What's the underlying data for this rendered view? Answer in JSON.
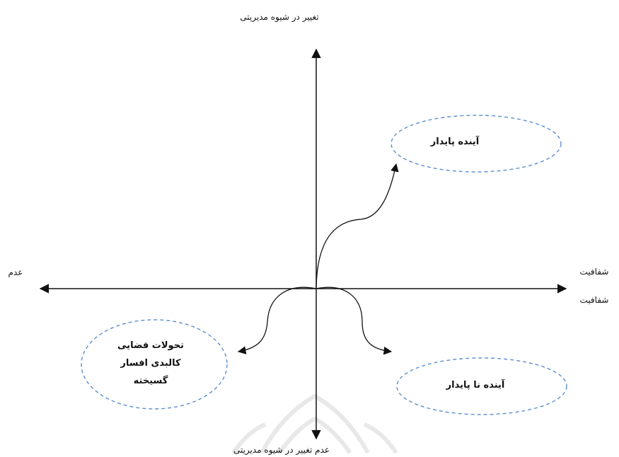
{
  "axes": {
    "top_label": "تغییر در شیوه مدیریتی",
    "bottom_label": "عدم تغییر در شیوه مدیریتی",
    "left_label": "عدم",
    "right_label_top": "شفافیت",
    "right_label_bottom": "شفافیت"
  },
  "outcomes": {
    "sustainable": "آینده پایدار",
    "unsustainable": "آینده نا پایدار",
    "chaotic_line1": "تحولات فضایی",
    "chaotic_line2": "کالبدی افسار",
    "chaotic_line3": "گسیخته"
  },
  "colors": {
    "axis": "#111111",
    "ellipse_border": "#5b8fd0",
    "text": "#111111",
    "watermark": "#e8e8e8"
  }
}
